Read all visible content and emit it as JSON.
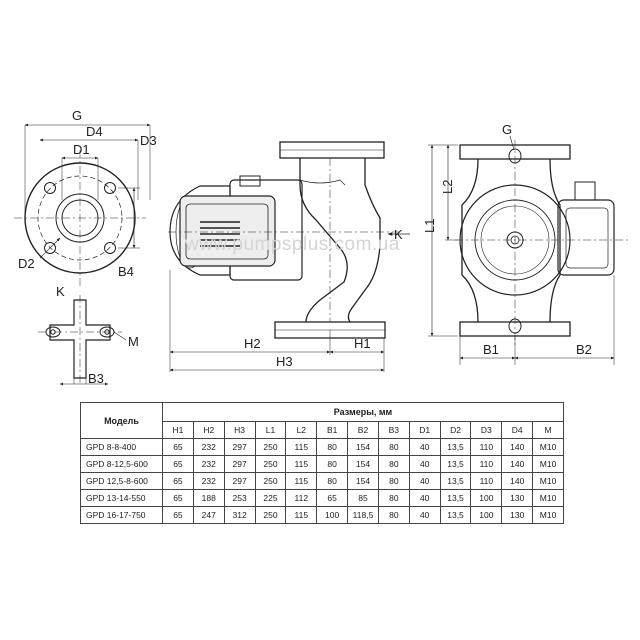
{
  "labels": {
    "G": "G",
    "D4": "D4",
    "D3": "D3",
    "D1": "D1",
    "D2": "D2",
    "B4": "B4",
    "K": "K",
    "M": "M",
    "B3": "B3",
    "H1": "H1",
    "H2": "H2",
    "H3": "H3",
    "L1": "L1",
    "L2": "L2",
    "B1": "B1",
    "B2": "B2"
  },
  "watermark": "www.pumpsplus.com.ua",
  "table": {
    "model_header": "Модель",
    "group_header": "Размеры, мм",
    "columns": [
      "H1",
      "H2",
      "H3",
      "L1",
      "L2",
      "B1",
      "B2",
      "B3",
      "D1",
      "D2",
      "D3",
      "D4",
      "M"
    ],
    "rows": [
      {
        "model": "GPD 8-8-400",
        "values": [
          "65",
          "232",
          "297",
          "250",
          "115",
          "80",
          "154",
          "80",
          "40",
          "13,5",
          "110",
          "140",
          "M10"
        ]
      },
      {
        "model": "GPD 8-12,5-600",
        "values": [
          "65",
          "232",
          "297",
          "250",
          "115",
          "80",
          "154",
          "80",
          "40",
          "13,5",
          "110",
          "140",
          "M10"
        ]
      },
      {
        "model": "GPD 12,5-8-600",
        "values": [
          "65",
          "232",
          "297",
          "250",
          "115",
          "80",
          "154",
          "80",
          "40",
          "13,5",
          "110",
          "140",
          "M10"
        ]
      },
      {
        "model": "GPD 13-14-550",
        "values": [
          "65",
          "188",
          "253",
          "225",
          "112",
          "65",
          "85",
          "80",
          "40",
          "13,5",
          "100",
          "130",
          "M10"
        ]
      },
      {
        "model": "GPD 16-17-750",
        "values": [
          "65",
          "247",
          "312",
          "250",
          "115",
          "100",
          "118,5",
          "80",
          "40",
          "13,5",
          "100",
          "130",
          "M10"
        ]
      }
    ]
  }
}
